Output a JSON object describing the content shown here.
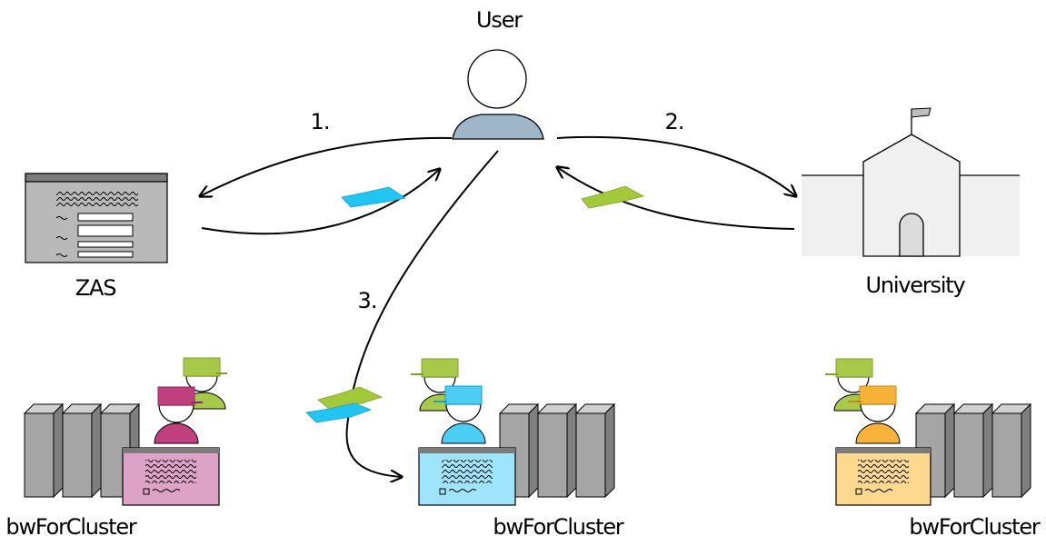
{
  "labels": {
    "user": "User",
    "zas": "ZAS",
    "university": "University",
    "cluster_left": "bwForCluster",
    "cluster_center": "bwForCluster",
    "cluster_right": "bwForCluster"
  },
  "steps": [
    "1.",
    "2.",
    "3."
  ],
  "icons": {
    "user": "person-icon",
    "zas": "web-form-icon",
    "university": "university-building-icon",
    "cluster": "server-rack-icon",
    "admin": "administrator-icon",
    "document": "document-icon",
    "ticket": "entitlement-ticket-icon"
  },
  "colors": {
    "user_body": "#9fb6c9",
    "zas_panel": "#b9b9b9",
    "zas_header": "#7b7b7b",
    "university_fill": "#f0f0f0",
    "server_fill": "#a5a5a5",
    "ticket_cyan": "#22c4f2",
    "ticket_green": "#a3c93a",
    "admin_green": "#a8c84a",
    "admin_magenta": "#c0407f",
    "admin_cyan": "#4bcdf4",
    "admin_orange": "#f7b339",
    "doc_magenta": "#dca3c6",
    "doc_cyan": "#9ee4fb",
    "doc_orange": "#fcd98f"
  }
}
